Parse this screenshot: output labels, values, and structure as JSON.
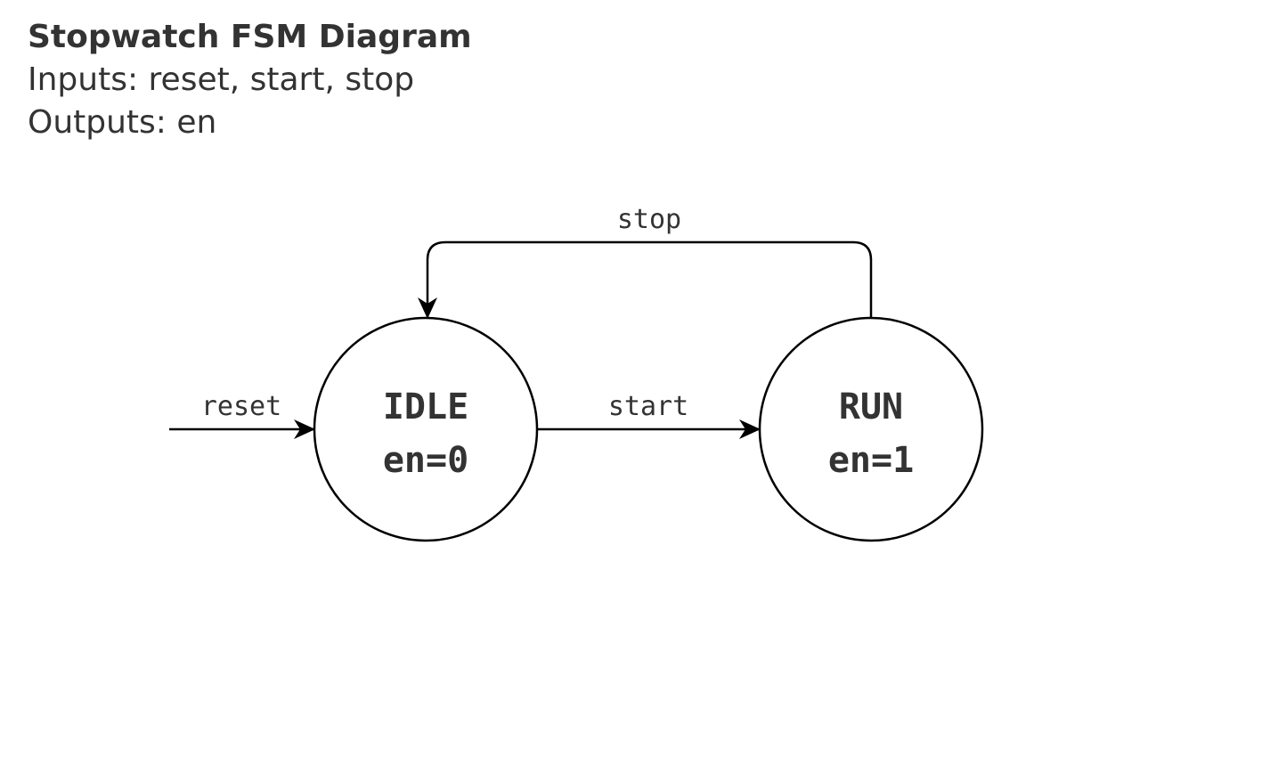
{
  "header": {
    "title": "Stopwatch FSM Diagram",
    "inputs": "Inputs: reset, start, stop",
    "outputs": "Outputs: en"
  },
  "states": {
    "idle": {
      "name": "IDLE",
      "output": "en=0"
    },
    "run": {
      "name": "RUN",
      "output": "en=1"
    }
  },
  "transitions": {
    "reset": "reset",
    "start": "start",
    "stop": "stop"
  },
  "colors": {
    "stroke": "#000000",
    "text": "#333333",
    "background": "#ffffff"
  }
}
